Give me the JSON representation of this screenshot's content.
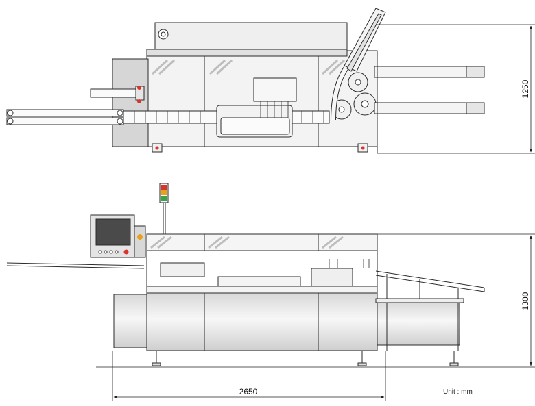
{
  "dimensions": {
    "top_view_depth": "1250",
    "side_view_height": "1300",
    "overall_length": "2650"
  },
  "unit_label": "Unit : mm",
  "colors": {
    "line": "#2a2a2a",
    "panel": "#e6e6e6",
    "panel_dark": "#c9c9c9",
    "glass": "#f4f4f4",
    "beacon_red": "#d9342b",
    "beacon_amber": "#e8a21a",
    "beacon_green": "#3aa34a",
    "screen": "#4a4a4a"
  }
}
